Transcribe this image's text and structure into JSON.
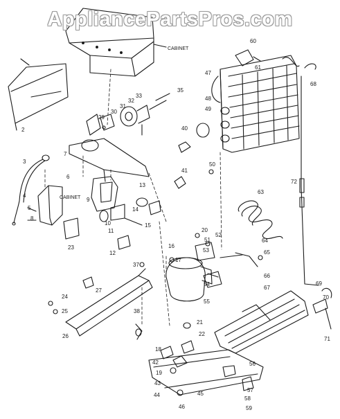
{
  "watermark": "AppliancePartsPros.com",
  "labels": {
    "cabinet_top": "CABINET",
    "cabinet_left": "CABINET"
  },
  "part_numbers": [
    "2",
    "3",
    "4",
    "5",
    "6",
    "7",
    "8",
    "9",
    "10",
    "11",
    "12",
    "13",
    "14",
    "15",
    "16",
    "17",
    "18",
    "19",
    "20",
    "21",
    "22",
    "23",
    "24",
    "25",
    "26",
    "27",
    "29",
    "30",
    "31",
    "32",
    "33",
    "35",
    "37",
    "38",
    "40",
    "41",
    "42",
    "43",
    "44",
    "45",
    "46",
    "47",
    "48",
    "49",
    "50",
    "51",
    "52",
    "53",
    "54",
    "55",
    "56",
    "57",
    "58",
    "59",
    "60",
    "61",
    "63",
    "64",
    "65",
    "66",
    "67",
    "68",
    "69",
    "70",
    "71",
    "72"
  ]
}
